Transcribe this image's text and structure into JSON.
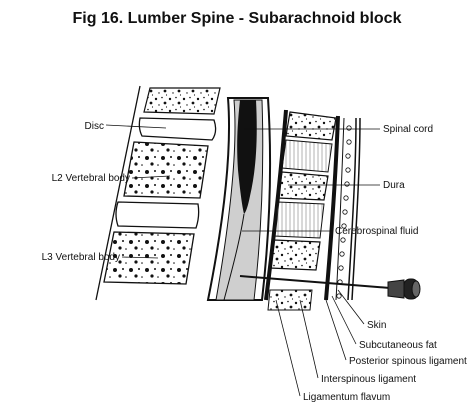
{
  "title": "Fig 16. Lumber Spine - Subarachnoid block",
  "labels": {
    "disc": "Disc",
    "l2": "L2 Vertebral body",
    "l3": "L3 Vertebral body",
    "spinal_cord": "Spinal cord",
    "dura": "Dura",
    "csf": "Cerebrospinal fluid",
    "skin": "Skin",
    "subcutaneous_fat": "Subcutaneous fat",
    "posterior_spinous_ligament": "Posterior spinous ligament",
    "interspinous_ligament": "Interspinous ligament",
    "ligamentum_flavum": "Ligamentum flavum"
  }
}
